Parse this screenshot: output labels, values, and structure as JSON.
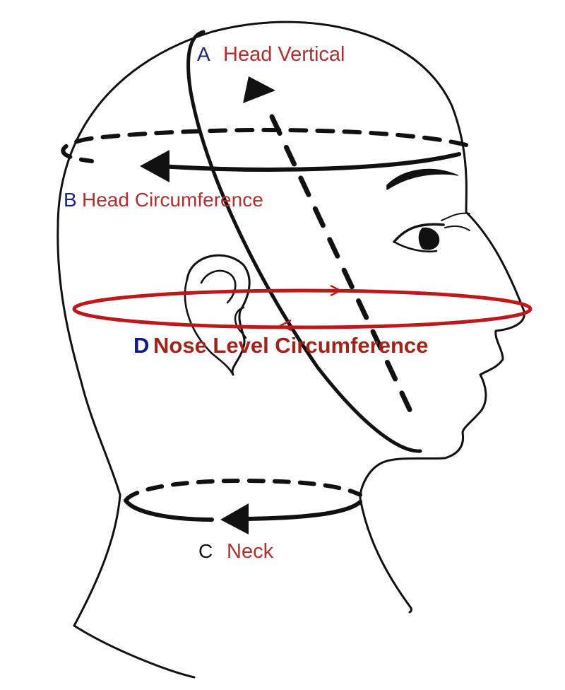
{
  "diagram": {
    "colors": {
      "outline": "#111111",
      "letter": "#1a237e",
      "label_red": "#b03030",
      "nose_circle": "#c0171a",
      "nose_label": "#a3221a",
      "nose_letter": "#0d1a8c"
    },
    "labels": {
      "a": {
        "letter": "A",
        "text": "Head Vertical"
      },
      "b": {
        "letter": "B",
        "text": "Head Circumference"
      },
      "c": {
        "letter": "C",
        "text": "Neck"
      },
      "d": {
        "letter": "D",
        "text": "Nose Level Circumference"
      }
    }
  }
}
